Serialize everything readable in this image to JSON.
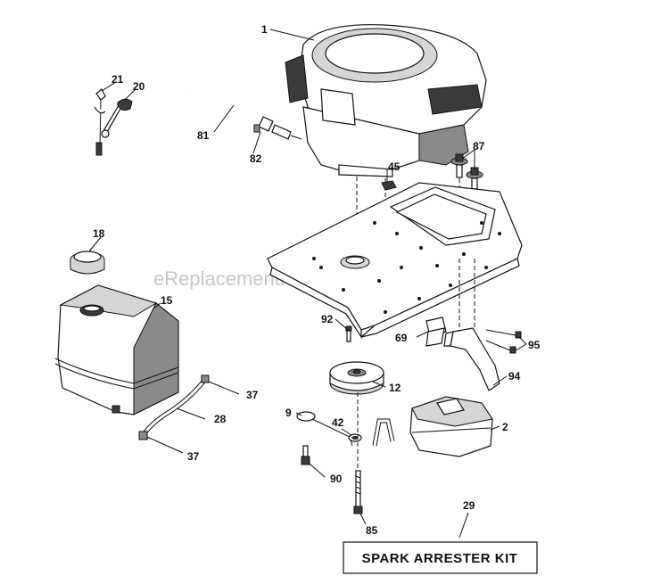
{
  "watermark": "eReplacementParts.com",
  "kit_label": "SPARK ARRESTER KIT",
  "callouts": {
    "c1": "1",
    "c21": "21",
    "c20": "20",
    "c81": "81",
    "c82": "82",
    "c45": "45",
    "c87": "87",
    "c18": "18",
    "c15": "15",
    "c92": "92",
    "c69": "69",
    "c95": "95",
    "c12": "12",
    "c94": "94",
    "c37a": "37",
    "c28": "28",
    "c9": "9",
    "c42": "42",
    "c2": "2",
    "c37b": "37",
    "c90": "90",
    "c29": "29",
    "c85": "85"
  }
}
